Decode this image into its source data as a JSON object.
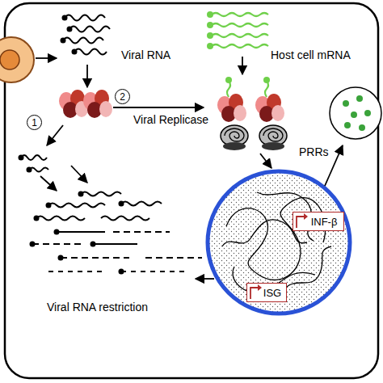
{
  "diagram": {
    "nodes": [
      {
        "text": [
          "2"
        ]
      },
      {
        "text": [
          "1"
        ]
      },
      {
        "text": [
          "INF-β"
        ]
      },
      {
        "text": [
          "ISG"
        ]
      }
    ],
    "labels": [
      "Viral RNA",
      "Host cell mRNA",
      "Viral Replicase",
      "PRRs",
      "Viral RNA restriction"
    ]
  }
}
